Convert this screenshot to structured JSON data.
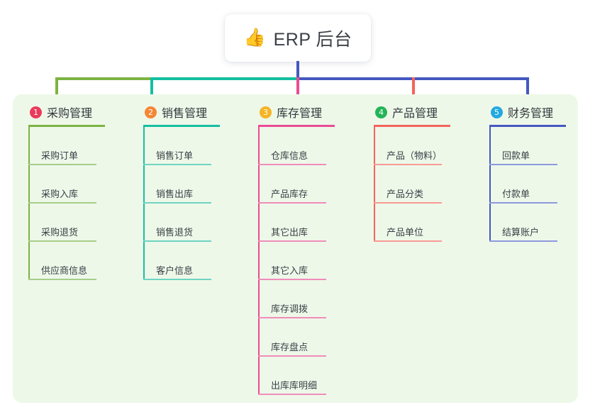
{
  "root": {
    "icon": "thumbs-up-icon",
    "emoji": "👍",
    "title": "ERP 后台"
  },
  "palette": {
    "panel_bg": "#eef8e9",
    "page_bg": "#ffffff",
    "text": "#3a3f46",
    "root_stem": "#4558c0"
  },
  "connectors": {
    "bus_segments": [
      {
        "color": "#7cb342"
      },
      {
        "color": "#14bfa0"
      },
      {
        "color": "#4558c0"
      }
    ],
    "drops": [
      "#7cb342",
      "#14bfa0",
      "#ea4c95",
      "#f4645a",
      "#4558c0"
    ]
  },
  "columns": [
    {
      "number": "1",
      "title": "采购管理",
      "badge_color": "#ea3b5c",
      "line_color": "#7cb342",
      "leaf_line_color": "#a6ce8a",
      "items": [
        {
          "label": "采购订单"
        },
        {
          "label": "采购入库"
        },
        {
          "label": "采购退货"
        },
        {
          "label": "供应商信息"
        }
      ]
    },
    {
      "number": "2",
      "title": "销售管理",
      "badge_color": "#f58634",
      "line_color": "#14bfa0",
      "leaf_line_color": "#6fd4c2",
      "items": [
        {
          "label": "销售订单"
        },
        {
          "label": "销售出库"
        },
        {
          "label": "销售退货"
        },
        {
          "label": "客户信息"
        }
      ]
    },
    {
      "number": "3",
      "title": "库存管理",
      "badge_color": "#f5b423",
      "line_color": "#ea4c95",
      "leaf_line_color": "#f08cba",
      "items": [
        {
          "label": "仓库信息"
        },
        {
          "label": "产品库存"
        },
        {
          "label": "其它出库"
        },
        {
          "label": "其它入库"
        },
        {
          "label": "库存调拨"
        },
        {
          "label": "库存盘点"
        },
        {
          "label": "出库库明细"
        }
      ]
    },
    {
      "number": "4",
      "title": "产品管理",
      "badge_color": "#23b457",
      "line_color": "#f4645a",
      "leaf_line_color": "#f79b93",
      "items": [
        {
          "label": "产品（物料）"
        },
        {
          "label": "产品分类"
        },
        {
          "label": "产品单位"
        }
      ]
    },
    {
      "number": "5",
      "title": "财务管理",
      "badge_color": "#23a9e1",
      "line_color": "#4558c0",
      "leaf_line_color": "#8c9ade",
      "items": [
        {
          "label": "回款单"
        },
        {
          "label": "付款单"
        },
        {
          "label": "结算账户"
        }
      ]
    }
  ]
}
